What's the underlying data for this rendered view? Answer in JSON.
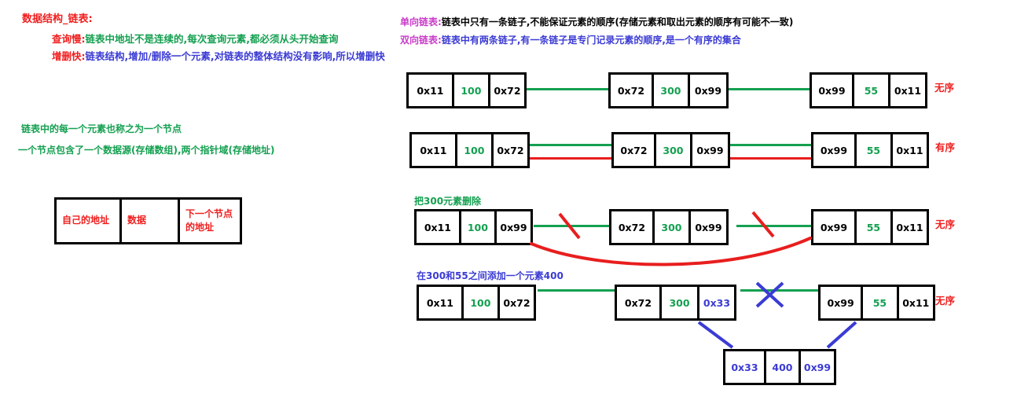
{
  "left_panel": {
    "title": "数据结构_链表:",
    "points": [
      {
        "label": "查询慢:",
        "text": "链表中地址不是连续的,每次查询元素,都必须从头开始查询"
      },
      {
        "label": "增删快:",
        "text": "链表结构,增加/删除一个元素,对链表的整体结构没有影响,所以增删快"
      }
    ],
    "notes": [
      "链表中的每一个元素也称之为一个节点",
      "一个节点包含了一个数据源(存储数组),两个指针域(存储地址)"
    ],
    "node_struct": {
      "cells": [
        "自己的地址",
        "数据",
        "下一个节点的地址"
      ]
    }
  },
  "right_panel": {
    "headers": [
      {
        "label": "单向链表:",
        "text": "链表中只有一条链子,不能保证元素的顺序(存储元素和取出元素的顺序有可能不一致)"
      },
      {
        "label": "双向链表:",
        "text": "链表中有两条链子,有一条链子是专门记录元素的顺序,是一个有序的集合"
      }
    ],
    "rows": [
      {
        "id": "singly-unordered",
        "caption": "",
        "tag": "无序",
        "nodes": [
          {
            "cells": [
              "0x11",
              "100",
              "0x72"
            ],
            "types": [
              "addr",
              "data",
              "addr"
            ]
          },
          {
            "cells": [
              "0x72",
              "300",
              "0x99"
            ],
            "types": [
              "addr",
              "data",
              "addr"
            ]
          },
          {
            "cells": [
              "0x99",
              "55",
              "0x11"
            ],
            "types": [
              "addr",
              "data",
              "addr"
            ]
          }
        ]
      },
      {
        "id": "doubly-ordered",
        "caption": "",
        "tag": "有序",
        "nodes": [
          {
            "cells": [
              "0x11",
              "100",
              "0x72"
            ],
            "types": [
              "addr",
              "data",
              "addr"
            ]
          },
          {
            "cells": [
              "0x72",
              "300",
              "0x99"
            ],
            "types": [
              "addr",
              "data",
              "addr"
            ]
          },
          {
            "cells": [
              "0x99",
              "55",
              "0x11"
            ],
            "types": [
              "addr",
              "data",
              "addr"
            ]
          }
        ]
      },
      {
        "id": "delete-300",
        "caption": "把300元素删除",
        "tag": "无序",
        "nodes": [
          {
            "cells": [
              "0x11",
              "100",
              "0x99"
            ],
            "types": [
              "addr",
              "data",
              "addr"
            ]
          },
          {
            "cells": [
              "0x72",
              "300",
              "0x99"
            ],
            "types": [
              "addr",
              "data",
              "addr"
            ]
          },
          {
            "cells": [
              "0x99",
              "55",
              "0x11"
            ],
            "types": [
              "addr",
              "data",
              "addr"
            ]
          }
        ]
      },
      {
        "id": "insert-400",
        "caption": "在300和55之间添加一个元素400",
        "tag": "无序",
        "nodes": [
          {
            "cells": [
              "0x11",
              "100",
              "0x72"
            ],
            "types": [
              "addr",
              "data",
              "addr"
            ]
          },
          {
            "cells": [
              "0x72",
              "300",
              "0x33"
            ],
            "types": [
              "addr",
              "data",
              "blue"
            ]
          },
          {
            "cells": [
              "0x99",
              "55",
              "0x11"
            ],
            "types": [
              "addr",
              "data",
              "addr"
            ]
          }
        ],
        "inserted_node": {
          "cells": [
            "0x33",
            "400",
            "0x99"
          ],
          "types": [
            "blue",
            "blue",
            "blue"
          ]
        }
      }
    ]
  },
  "colors": {
    "red": "#f01e1e",
    "green": "#14a050",
    "blue": "#3b3bd4",
    "purple": "#c83cc8",
    "black": "#000000",
    "link_green": "#14a050",
    "link_red": "#e81e1e"
  }
}
